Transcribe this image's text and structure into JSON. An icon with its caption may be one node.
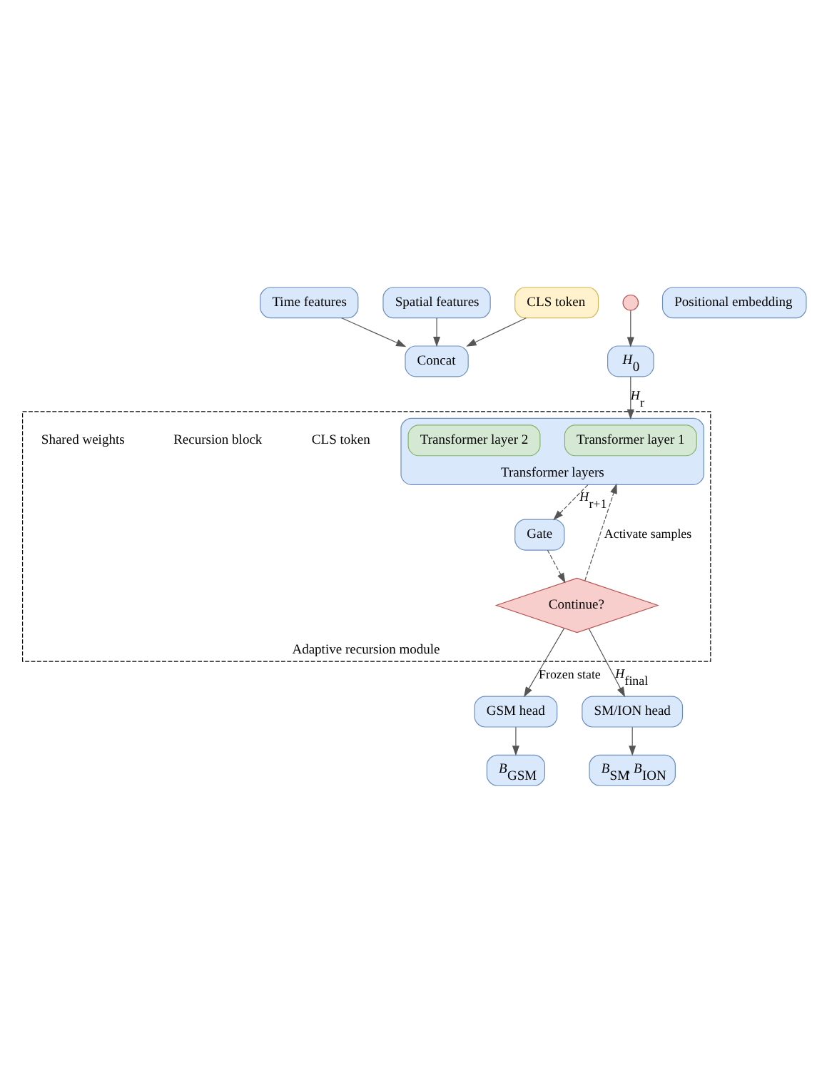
{
  "diagram": {
    "nodes": [
      {
        "text": [
          "Time features"
        ]
      },
      {
        "text": [
          "Spatial features"
        ]
      },
      {
        "text": [
          "CLS token"
        ]
      },
      {
        "text": [
          "Concat"
        ]
      },
      {
        "text": [],
        "shape": "circle"
      },
      {
        "text": [
          "Positional embedding"
        ]
      },
      {
        "text": [
          "*H*$_{0}$"
        ]
      },
      {
        "text": [
          "Adaptive recursion module"
        ]
      },
      {
        "text": [
          "Transformer layers"
        ],
        "in": 7
      },
      {
        "text": [
          "Transformer layer 1"
        ],
        "in": 8
      },
      {
        "text": [
          "Transformer layer 2"
        ],
        "in": 8
      },
      {
        "text": [
          "Gate"
        ],
        "in": 7
      },
      {
        "text": [
          "Continue?"
        ],
        "in": 7
      },
      {
        "text": [
          "GSM head"
        ]
      },
      {
        "text": [
          "SM/ION head"
        ]
      },
      {
        "text": [
          "*B*$_{GSM}$"
        ]
      },
      {
        "text": [
          "*B*$_{SM}$, *B*$_{ION}$"
        ]
      }
    ],
    "edges": [
      {
        "from": 0,
        "to": 3,
        "arrow": "to"
      },
      {
        "from": 1,
        "to": 3,
        "arrow": "to"
      },
      {
        "from": 2,
        "to": 3,
        "arrow": "to"
      },
      {
        "from": 4,
        "to": 6,
        "arrow": "to"
      },
      {
        "from": 6,
        "to": 8,
        "arrow": "to",
        "label": "*H*$_{r}$"
      },
      {
        "from": 8,
        "to": 11,
        "arrow": "to",
        "style": "dashed",
        "label": "*H*$_{r+1}$"
      },
      {
        "from": 11,
        "to": 12,
        "arrow": "to",
        "style": "dashed"
      },
      {
        "from": 12,
        "to": 8,
        "arrow": "to",
        "style": "dashed",
        "label": "Activate samples"
      },
      {
        "from": 12,
        "to": 13,
        "arrow": "to",
        "label": "Frozen state"
      },
      {
        "from": 12,
        "to": 14,
        "arrow": "to",
        "label": "*H*$_{final}$"
      },
      {
        "from": 13,
        "to": 15,
        "arrow": "to"
      },
      {
        "from": 14,
        "to": 16,
        "arrow": "to"
      }
    ],
    "labels": [
      "CLS token",
      "Recursion block",
      "Shared weights"
    ]
  }
}
